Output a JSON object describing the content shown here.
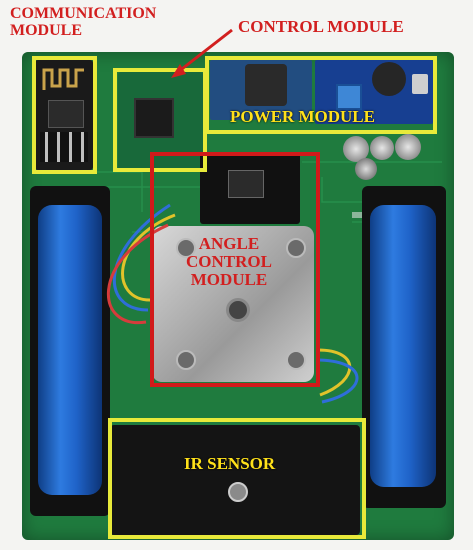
{
  "labels": {
    "communication": [
      "COMMUNICATION",
      "MODULE"
    ],
    "control": "CONTROL MODULE",
    "power": "POWER MODULE",
    "angle": [
      "ANGLE",
      "CONTROL",
      "MODULE"
    ],
    "ir": "IR SENSOR"
  },
  "colors": {
    "board_green": "#1f7b3e",
    "label_red": "#d21f1f",
    "label_yellow": "#ffe11a",
    "frame_yellow": "#e8ea3a",
    "frame_red": "#d11a1a",
    "battery_blue": "#1f63c9"
  }
}
